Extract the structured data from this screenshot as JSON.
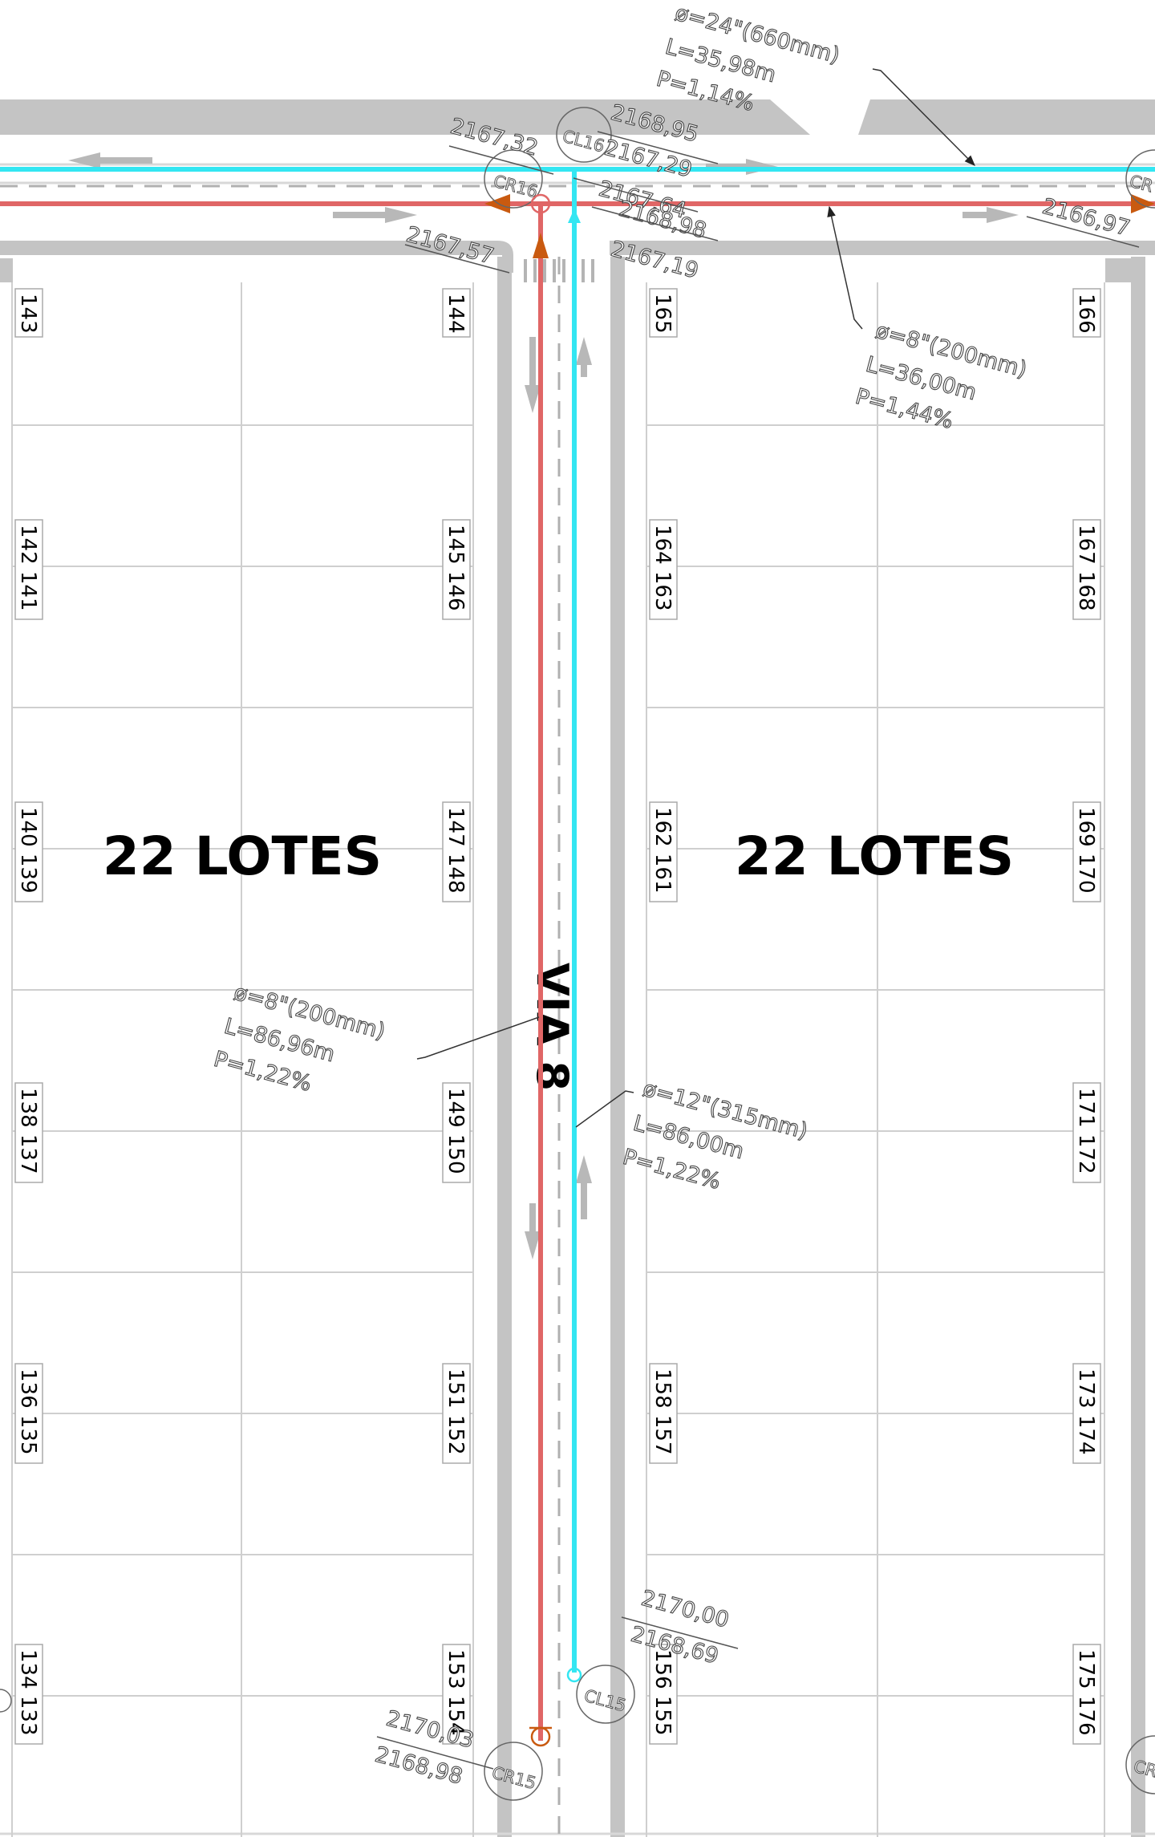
{
  "blocks": [
    {
      "label": "22 LOTES"
    },
    {
      "label": "22 LOTES"
    }
  ],
  "street": {
    "name": "VIA 8"
  },
  "lots": {
    "col_a": [
      [
        "143"
      ],
      [
        "142",
        "141"
      ],
      [
        "140",
        "139"
      ],
      [
        "138",
        "137"
      ],
      [
        "136",
        "135"
      ],
      [
        "134",
        "133"
      ]
    ],
    "col_b": [
      [
        "144"
      ],
      [
        "145",
        "146"
      ],
      [
        "147",
        "148"
      ],
      [
        "149",
        "150"
      ],
      [
        "151",
        "152"
      ],
      [
        "153",
        "154"
      ]
    ],
    "col_c": [
      [
        "165"
      ],
      [
        "164",
        "163"
      ],
      [
        "162",
        "161"
      ],
      [
        "158",
        "157"
      ],
      [
        "156",
        "155"
      ]
    ],
    "col_d": [
      [
        "166"
      ],
      [
        "167",
        "168"
      ],
      [
        "169",
        "170"
      ],
      [
        "171",
        "172"
      ],
      [
        "173",
        "174"
      ],
      [
        "175",
        "176"
      ]
    ]
  },
  "pipes": {
    "storm_main": {
      "d": "ø=24\"(660mm)",
      "l": "L=35,98m",
      "p": "P=1,14%"
    },
    "sewer_top": {
      "d": "ø=8\"(200mm)",
      "l": "L=36,00m",
      "p": "P=1,44%"
    },
    "sewer_via": {
      "d": "ø=8\"(200mm)",
      "l": "L=86,96m",
      "p": "P=1,22%"
    },
    "storm_via": {
      "d": "ø=12\"(315mm)",
      "l": "L=86,00m",
      "p": "P=1,22%"
    }
  },
  "manholes": {
    "cl16": {
      "id": "CL16",
      "top": "2168,95",
      "bottom": "2167,29"
    },
    "cr16": {
      "id": "CR16",
      "top": "2167,32",
      "bottom": "2167,57",
      "extra": [
        "2167,64",
        "2168,98",
        "2167,19"
      ]
    },
    "cr_right": {
      "id": "CR",
      "bottom": "2166,97"
    },
    "cl15": {
      "id": "CL15",
      "top": "2170,00",
      "bottom": "2168,69"
    },
    "cr15": {
      "id": "CR15",
      "top": "2170,03",
      "bottom": "2168,98"
    },
    "cr_edge": {
      "id": "CR"
    }
  },
  "colors": {
    "storm": "#33e6f2",
    "sewer": "#e06666",
    "road": "#c0c0c0",
    "arrow_orange": "#c95a10"
  }
}
